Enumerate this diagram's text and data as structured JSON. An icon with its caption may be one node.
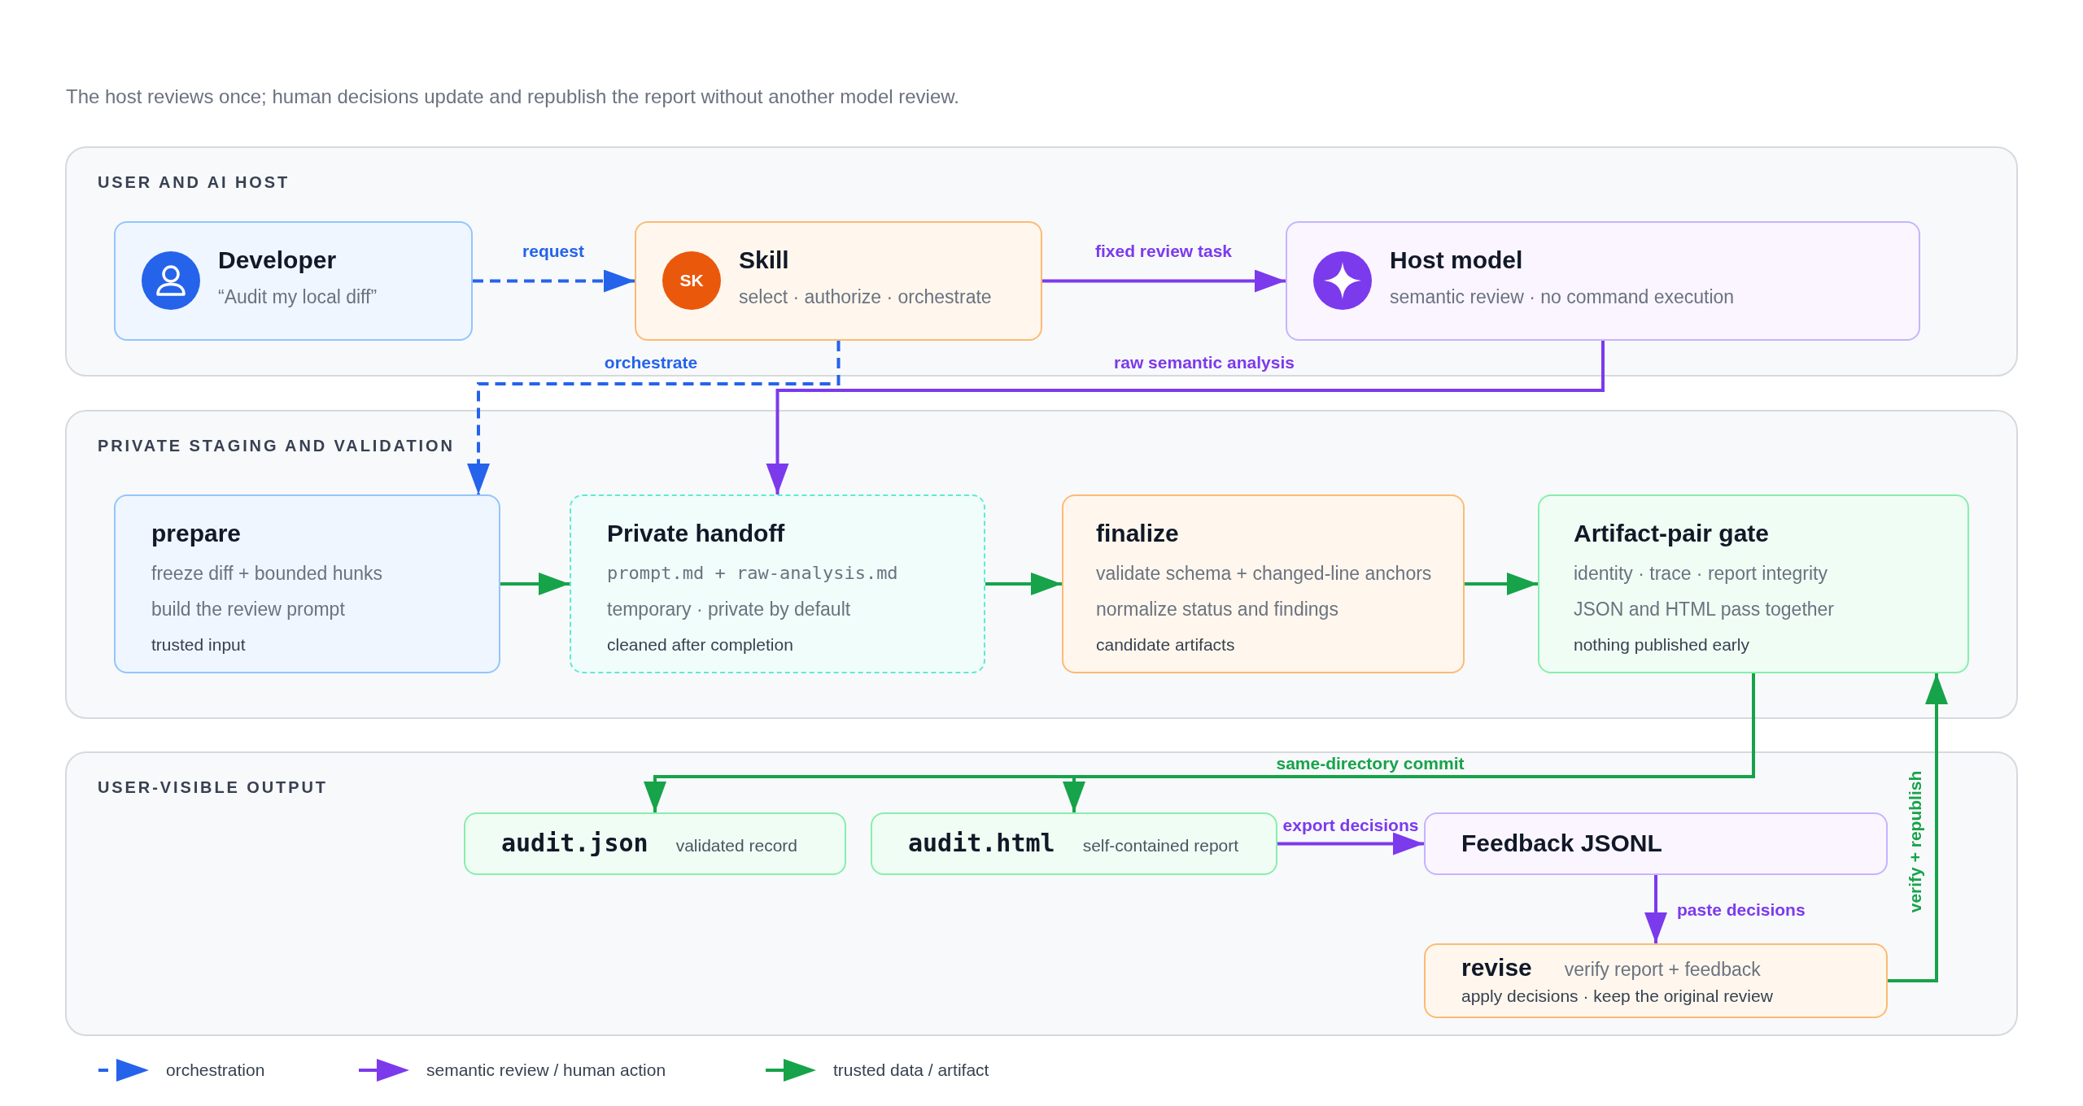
{
  "diagram": {
    "caption": "The host reviews once; human decisions update and republish the report without another model review.",
    "nodes": [
      {
        "text": [
          "USER AND AI HOST"
        ]
      },
      {
        "text": [
          "Developer",
          "“Audit my local diff”"
        ],
        "in": 0
      },
      {
        "text": [
          "SK",
          "Skill",
          "select · authorize · orchestrate"
        ],
        "in": 0
      },
      {
        "text": [
          "Host model",
          "semantic review · no command execution"
        ],
        "in": 0
      },
      {
        "text": [
          "PRIVATE STAGING AND VALIDATION"
        ]
      },
      {
        "text": [
          "prepare",
          "freeze diff + bounded hunks",
          "build the review prompt",
          "trusted input"
        ],
        "in": 4
      },
      {
        "text": [
          "Private handoff",
          "prompt.md + raw-analysis.md",
          "temporary · private by default",
          "cleaned after completion"
        ],
        "in": 4
      },
      {
        "text": [
          "finalize",
          "validate schema + changed-line anchors",
          "normalize status and findings",
          "candidate artifacts"
        ],
        "in": 4
      },
      {
        "text": [
          "Artifact-pair gate",
          "identity · trace · report integrity",
          "JSON and HTML pass together",
          "nothing published early"
        ],
        "in": 4
      },
      {
        "text": [
          "USER-VISIBLE OUTPUT"
        ]
      },
      {
        "text": [
          "audit.json",
          "validated record"
        ],
        "in": 9
      },
      {
        "text": [
          "audit.html",
          "self-contained report"
        ],
        "in": 9
      },
      {
        "text": [
          "Feedback JSONL"
        ],
        "in": 9
      },
      {
        "text": [
          "revise",
          "verify report + feedback",
          "apply decisions · keep the original review"
        ],
        "in": 9
      }
    ],
    "edges": [
      {
        "from": 1,
        "to": 2,
        "arrow": "to",
        "label": "request",
        "style": "dashed",
        "color": "#2563eb"
      },
      {
        "from": 2,
        "to": 3,
        "arrow": "to",
        "label": "fixed review task",
        "color": "#7c3aed"
      },
      {
        "from": 2,
        "to": 5,
        "arrow": "to",
        "label": "orchestrate",
        "style": "dashed",
        "color": "#2563eb"
      },
      {
        "from": 3,
        "to": 6,
        "arrow": "to",
        "label": "raw semantic analysis",
        "color": "#7c3aed"
      },
      {
        "from": 5,
        "to": 6,
        "arrow": "to"
      },
      {
        "from": 6,
        "to": 7,
        "arrow": "to"
      },
      {
        "from": 7,
        "to": 8,
        "arrow": "to"
      },
      {
        "from": 8,
        "to": 10,
        "arrow": "to",
        "label": "same-directory commit"
      },
      {
        "from": 8,
        "to": 11,
        "arrow": "to"
      },
      {
        "from": 11,
        "to": 12,
        "arrow": "to",
        "label": "export decisions",
        "color": "#7c3aed"
      },
      {
        "from": 12,
        "to": 13,
        "arrow": "to",
        "label": "paste decisions",
        "color": "#7c3aed"
      },
      {
        "from": 13,
        "to": 8,
        "arrow": "to",
        "label": "verify + republish"
      }
    ],
    "legend": [
      {
        "text": "orchestration"
      },
      {
        "text": "semantic review / human action"
      },
      {
        "text": "trusted data / artifact"
      }
    ]
  }
}
